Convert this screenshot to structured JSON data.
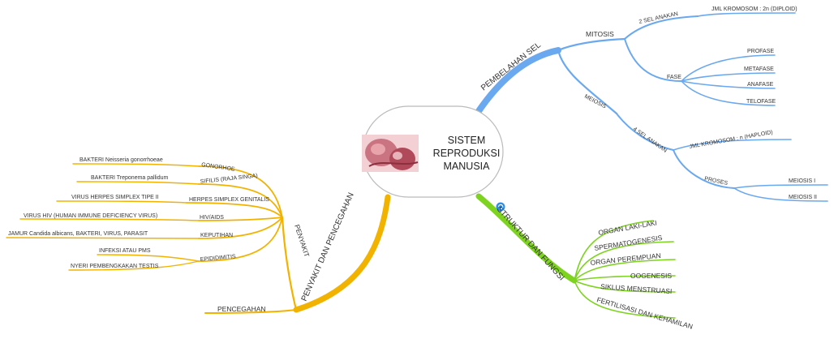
{
  "colors": {
    "blue": "#6aa8ef",
    "green": "#7ed321",
    "orange": "#f2b300",
    "center_border": "#bbbbbb"
  },
  "center": {
    "title_lines": [
      "SISTEM",
      "REPRODUKSI",
      "MANUSIA"
    ]
  },
  "branches": {
    "pembelahan": {
      "label": "PEMBELAHAN SEL",
      "mitosis": {
        "label": "MITOSIS",
        "sel_anakan": "2 SEL ANAKAN",
        "jml_kromosom": "JML KROMOSOM : 2n (DIPLOID)",
        "fase": "FASE",
        "fase_items": [
          "PROFASE",
          "METAFASE",
          "ANAFASE",
          "TELOFASE"
        ]
      },
      "meiosis": {
        "label": "MEIOSIS",
        "sel_anakan": "4 SEL ANAKAN",
        "jml_kromosom": "JML KROMOSOM : n (HAPLOID)",
        "proses": "PROSES",
        "proses_items": [
          "MEIOSIS I",
          "MEIOSIS II"
        ]
      }
    },
    "struktur": {
      "label": "STRUKTUR DAN FUNGSI",
      "items": [
        "ORGAN LAKI-LAKI",
        "SPERMATOGENESIS",
        "ORGAN PEREMPUAN",
        "OOGENESIS",
        "SIKLUS MENSTRUASI",
        "FERTILISASI DAN KEHAMILAN"
      ]
    },
    "penyakit": {
      "label": "PENYAKIT DAN PENCEGAHAN",
      "penyakit_label": "PENYAKIT",
      "pencegahan_label": "PENCEGAHAN",
      "diseases": [
        {
          "name": "GONORHOE",
          "cause": "BAKTERI Neisseria gonorrhoeae"
        },
        {
          "name": "SIFILIS (RAJA SINGA)",
          "cause": "BAKTERI Treponema pallidum"
        },
        {
          "name": "HERPES SIMPLEX GENITALIS",
          "cause": "VIRUS HERPES SIMPLEX TIPE II"
        },
        {
          "name": "HIV/AIDS",
          "cause": "VIRUS HIV (HUMAN IMMUNE DEFICIENCY VIRUS)"
        },
        {
          "name": "KEPUTIHAN",
          "cause": "JAMUR Candida albicans, BAKTERI, VIRUS, PARASIT"
        },
        {
          "name": "EPIDIDIMITIS",
          "causes": [
            "INFEKSI ATAU PMS",
            "NYERI PEMBENGKAKAN TESTIS"
          ]
        }
      ]
    }
  }
}
